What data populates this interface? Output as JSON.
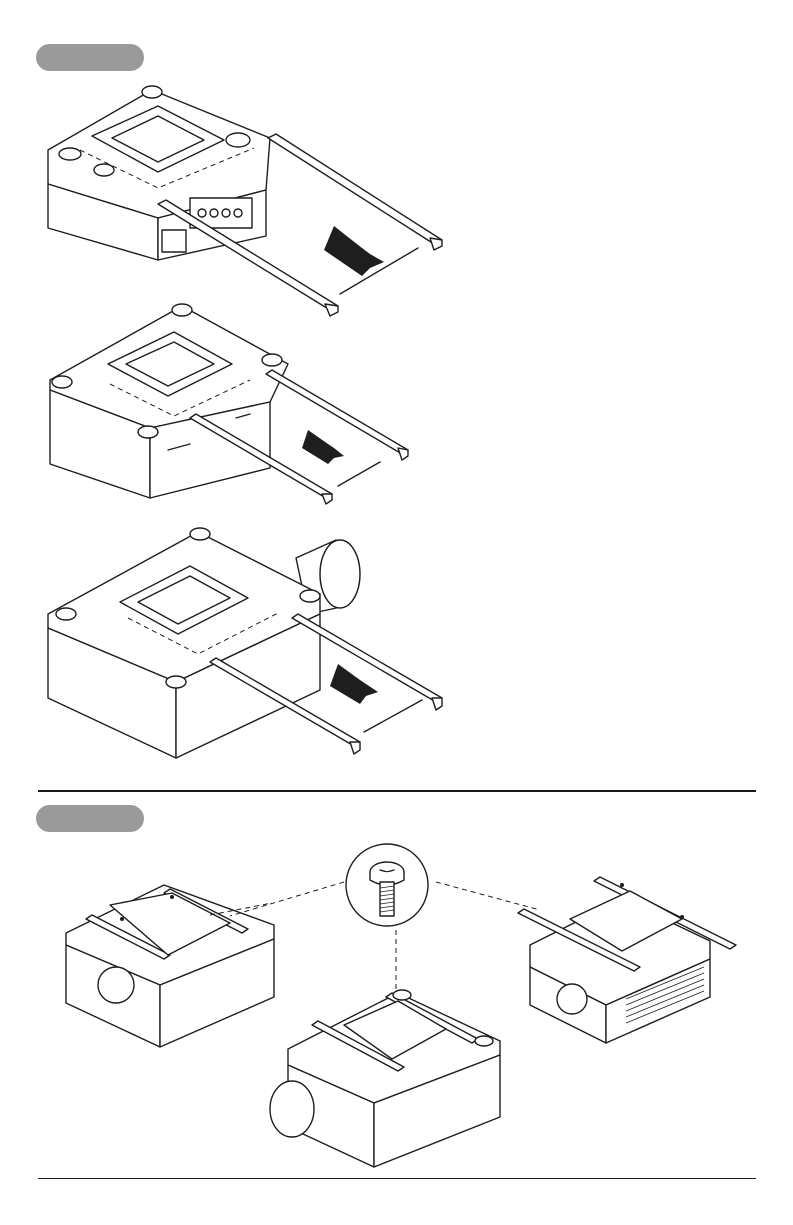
{
  "steps": [
    {
      "label": ""
    },
    {
      "label": ""
    }
  ],
  "step1_figures": [
    {
      "id": "projector-small-rails-inserted",
      "arrow": "insert-direction"
    },
    {
      "id": "projector-medium-rails-inserted",
      "arrow": "insert-direction"
    },
    {
      "id": "projector-large-rails-inserted",
      "arrow": "insert-direction"
    }
  ],
  "step2_figures": [
    {
      "id": "projector-left-rails-screwed"
    },
    {
      "id": "projector-center-rails-screwed"
    },
    {
      "id": "projector-right-rails-screwed"
    },
    {
      "id": "screw-detail-callout"
    }
  ],
  "colors": {
    "pill": "#9a9a9a",
    "line": "#1e1e1e",
    "paper": "#ffffff"
  }
}
